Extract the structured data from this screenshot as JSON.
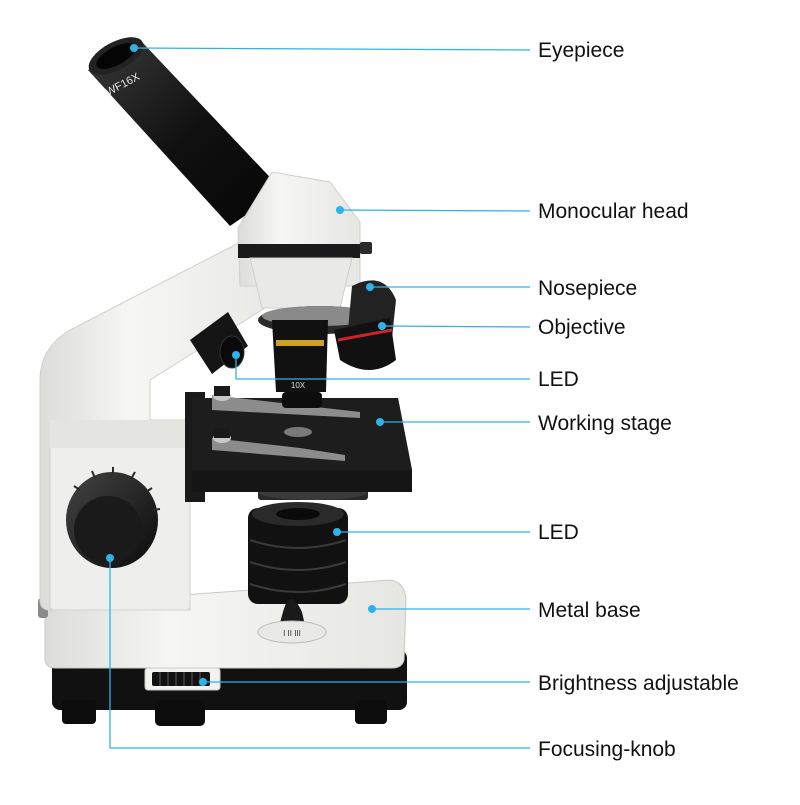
{
  "colors": {
    "leader": "#2cb3e8",
    "body": "#f2f2f0",
    "body_shade": "#d9d9d6",
    "dark": "#151515",
    "objective_red": "#c8262a"
  },
  "lens_marks": {
    "eyepiece": "WF16X",
    "objective": "10X",
    "filter_dial": "I II III"
  },
  "labels": {
    "eyepiece": "Eyepiece",
    "monocular_head": "Monocular head",
    "nosepiece": "Nosepiece",
    "objective": "Objective",
    "led_top": "LED",
    "working_stage": "Working stage",
    "led_bottom": "LED",
    "metal_base": "Metal base",
    "brightness": "Brightness adjustable",
    "focusing_knob": "Focusing-knob"
  }
}
